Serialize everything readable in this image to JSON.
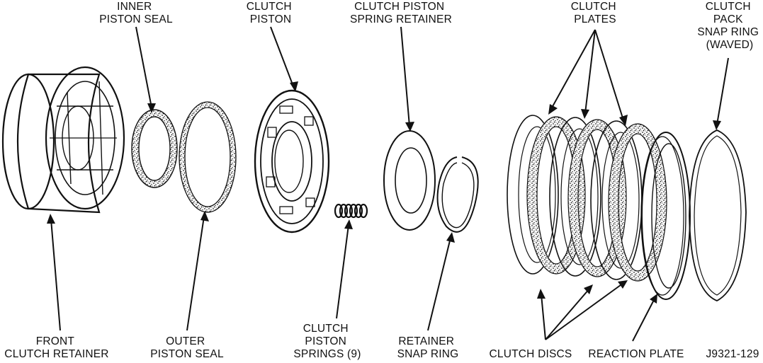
{
  "labels": {
    "inner_seal": [
      "INNER",
      "PISTON SEAL"
    ],
    "clutch_piston": [
      "CLUTCH",
      "PISTON"
    ],
    "spring_retainer": [
      "CLUTCH PISTON",
      "SPRING RETAINER"
    ],
    "clutch_plates": [
      "CLUTCH",
      "PLATES"
    ],
    "snap_ring_waved": [
      "CLUTCH",
      "PACK",
      "SNAP RING",
      "(WAVED)"
    ],
    "front_retainer": [
      "FRONT",
      "CLUTCH RETAINER"
    ],
    "outer_seal": [
      "OUTER",
      "PISTON SEAL"
    ],
    "piston_springs": [
      "CLUTCH",
      "PISTON",
      "SPRINGS (9)"
    ],
    "retainer_snap_ring": [
      "RETAINER",
      "SNAP RING"
    ],
    "clutch_discs": [
      "CLUTCH DISCS"
    ],
    "reaction_plate": [
      "REACTION PLATE"
    ],
    "figure_id": [
      "J9321-129"
    ]
  }
}
